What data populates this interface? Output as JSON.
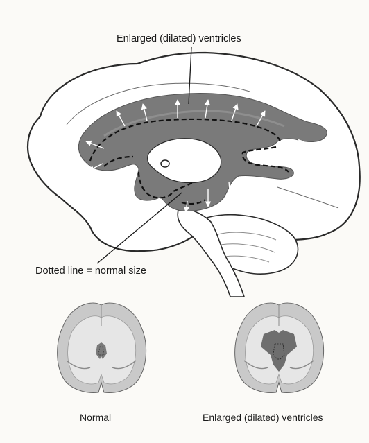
{
  "labels": {
    "top": "Enlarged (dilated) ventricles",
    "dotted": "Dotted line = normal size",
    "normal": "Normal",
    "enlarged": "Enlarged (dilated) ventricles"
  },
  "colors": {
    "ventricle_fill": "#7a7a7a",
    "outline": "#2a2a2a",
    "background": "#fbfaf7",
    "brain_tissue": "#c9c9c9",
    "white_matter": "#e6e6e6"
  }
}
